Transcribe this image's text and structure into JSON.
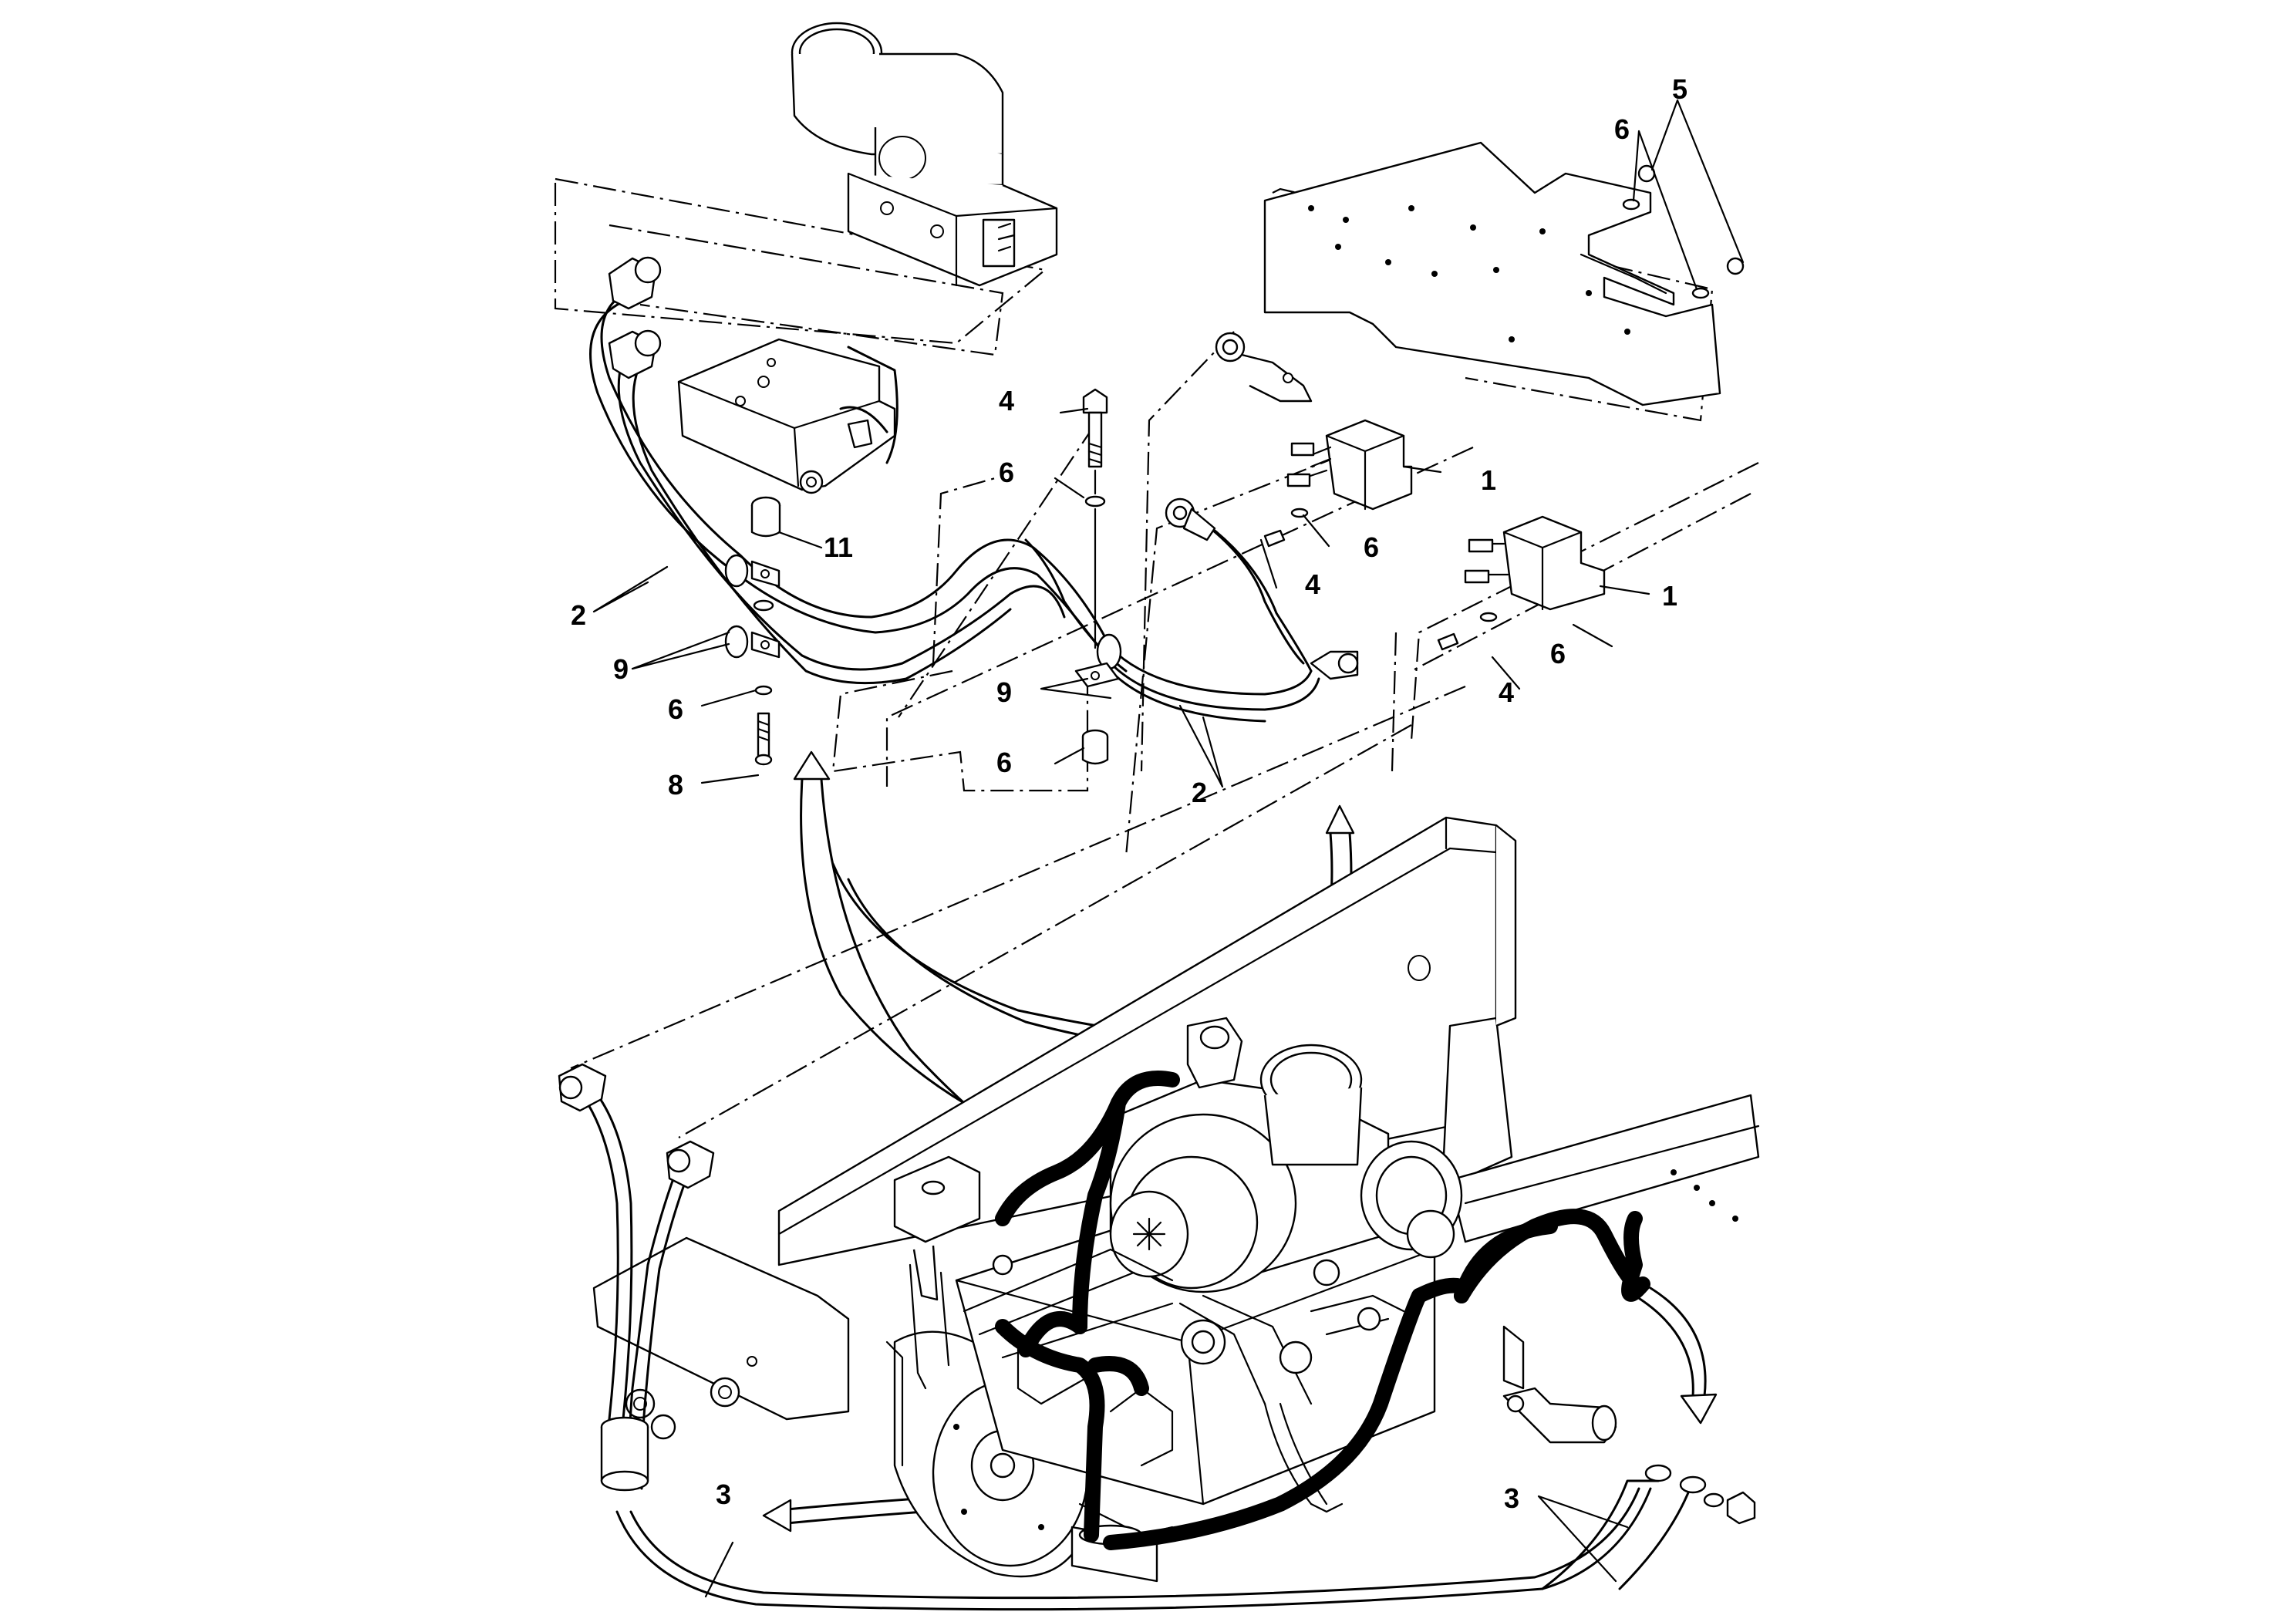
{
  "callouts": {
    "c1a": "1",
    "c1b": "1",
    "c2a": "2",
    "c2b": "2",
    "c3a": "3",
    "c3b": "3",
    "c4a": "4",
    "c4b": "4",
    "c4c": "4",
    "c5": "5",
    "c6a": "6",
    "c6b": "6",
    "c6c": "6",
    "c6d": "6",
    "c6e": "6",
    "c6f": "6",
    "c8": "8",
    "c9a": "9",
    "c9b": "9",
    "c11": "11"
  }
}
